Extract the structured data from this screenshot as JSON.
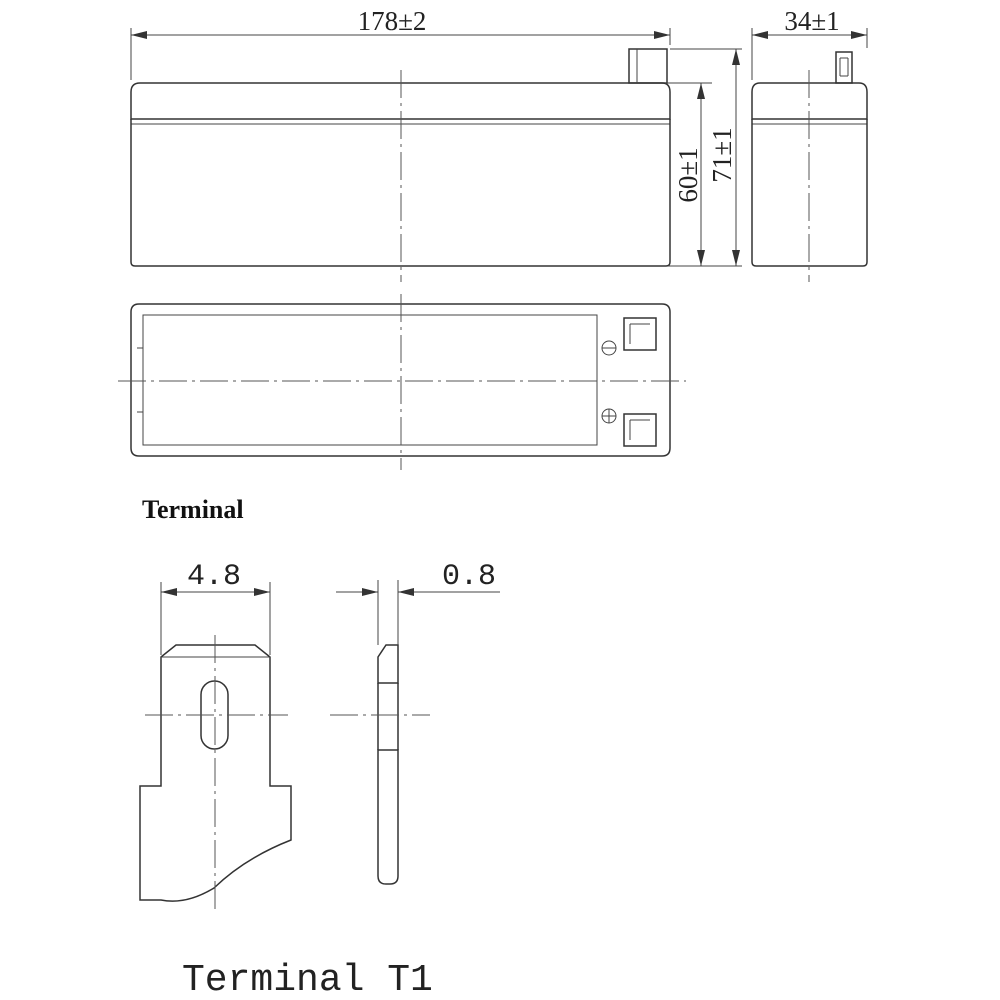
{
  "dimensions": {
    "length": "178±2",
    "width": "34±1",
    "height_case": "60±1",
    "height_total": "71±1",
    "terminal_width": "4.8",
    "terminal_thickness": "0.8"
  },
  "section_heading": "Terminal",
  "caption": "Terminal T1",
  "colors": {
    "line": "#333333",
    "background": "#ffffff",
    "hatch": "#555555"
  }
}
